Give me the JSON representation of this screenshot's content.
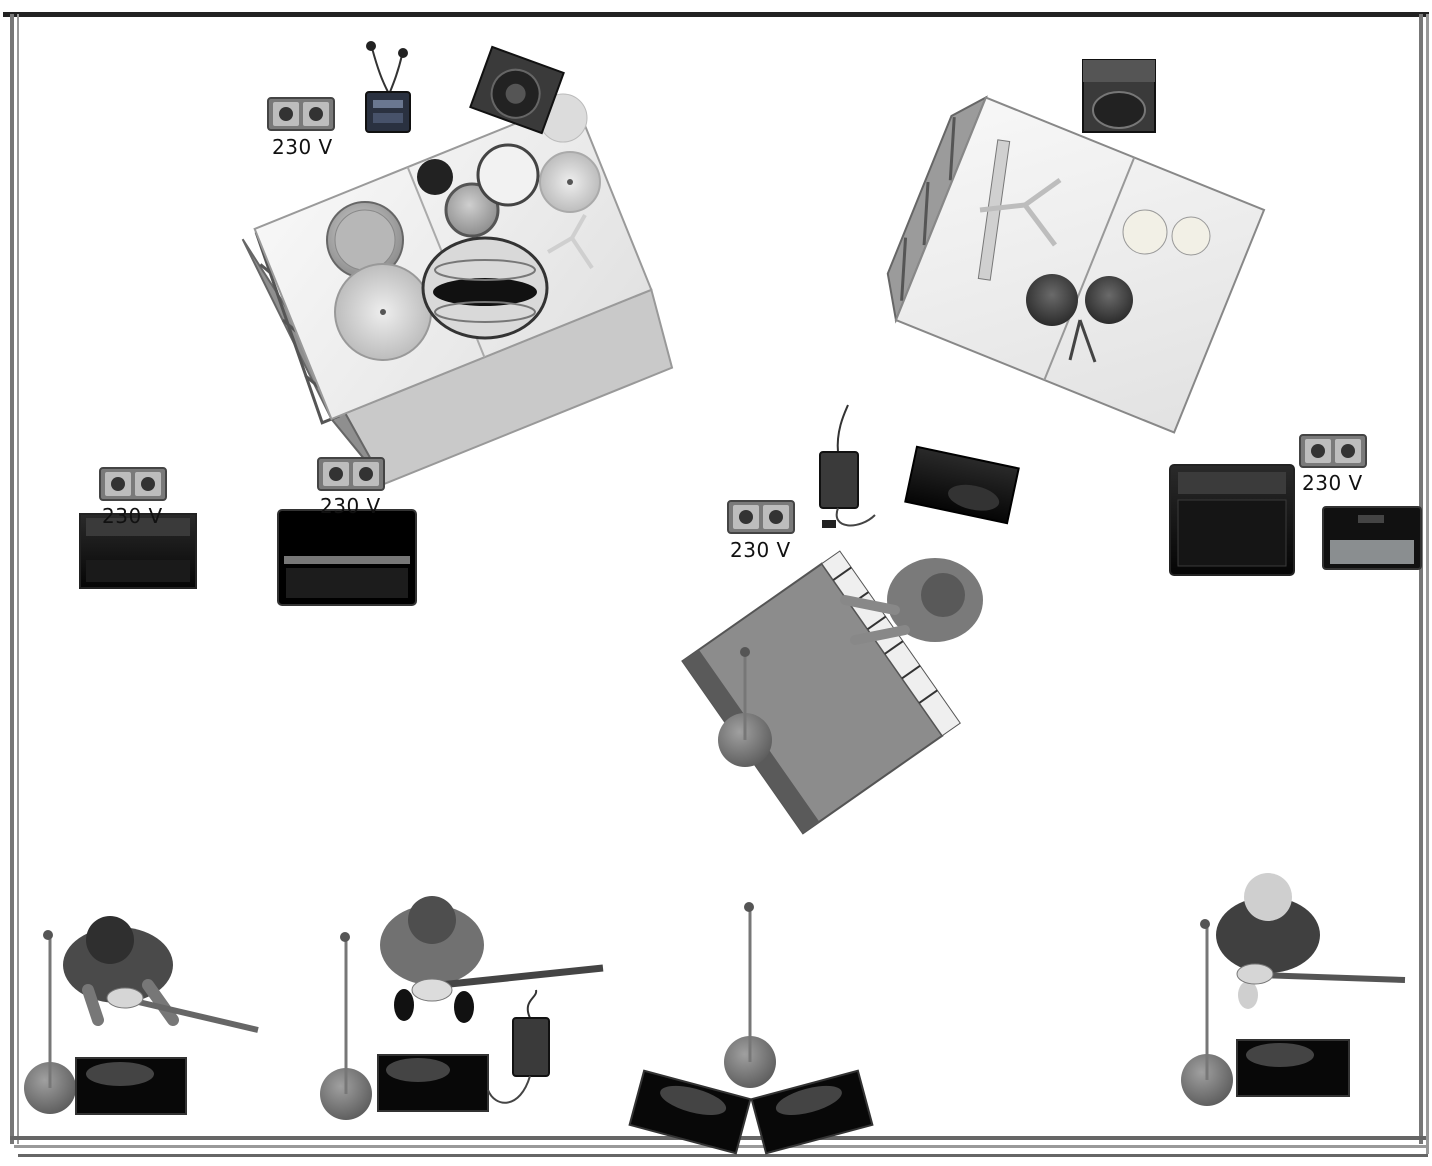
{
  "outlets": [
    {
      "id": "outlet-drums",
      "label": "230 V"
    },
    {
      "id": "outlet-bass-left",
      "label": "230 V"
    },
    {
      "id": "outlet-bass-amp",
      "label": "230 V"
    },
    {
      "id": "outlet-keys",
      "label": "230 V"
    },
    {
      "id": "outlet-guitar-right",
      "label": "230 V"
    }
  ],
  "colors": {
    "frame": "#555555",
    "riser_top": "#f2f2f2",
    "riser_side": "#bdbdbd",
    "amp": "#101010",
    "cymbal": "#d6d6d6",
    "mic_base": "#8a8a8a",
    "performer": "#6e6e6e"
  },
  "icons": [
    "power-outlet-icon",
    "drum-kit-icon",
    "percussion-icon",
    "keyboard-icon",
    "guitar-amp-icon",
    "monitor-wedge-icon",
    "mic-stand-icon",
    "performer-icon",
    "in-ear-monitor-icon",
    "wireless-pack-icon"
  ]
}
